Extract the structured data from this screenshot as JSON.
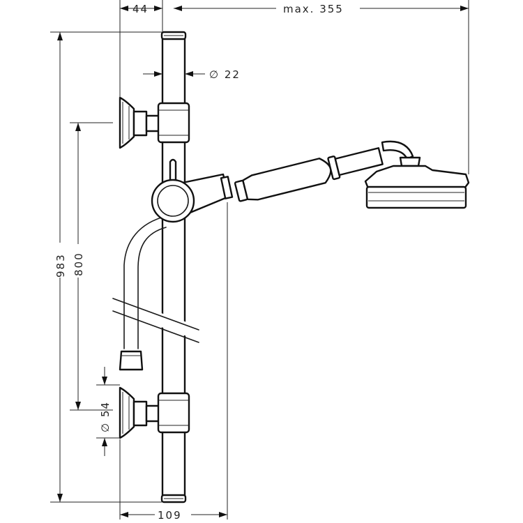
{
  "dimensions": {
    "width_top": "44",
    "max_reach": "max. 355",
    "rail_diameter": "∅ 22",
    "total_height": "983",
    "bracket_spacing": "800",
    "bracket_diameter": "∅ 54",
    "projection": "109"
  }
}
